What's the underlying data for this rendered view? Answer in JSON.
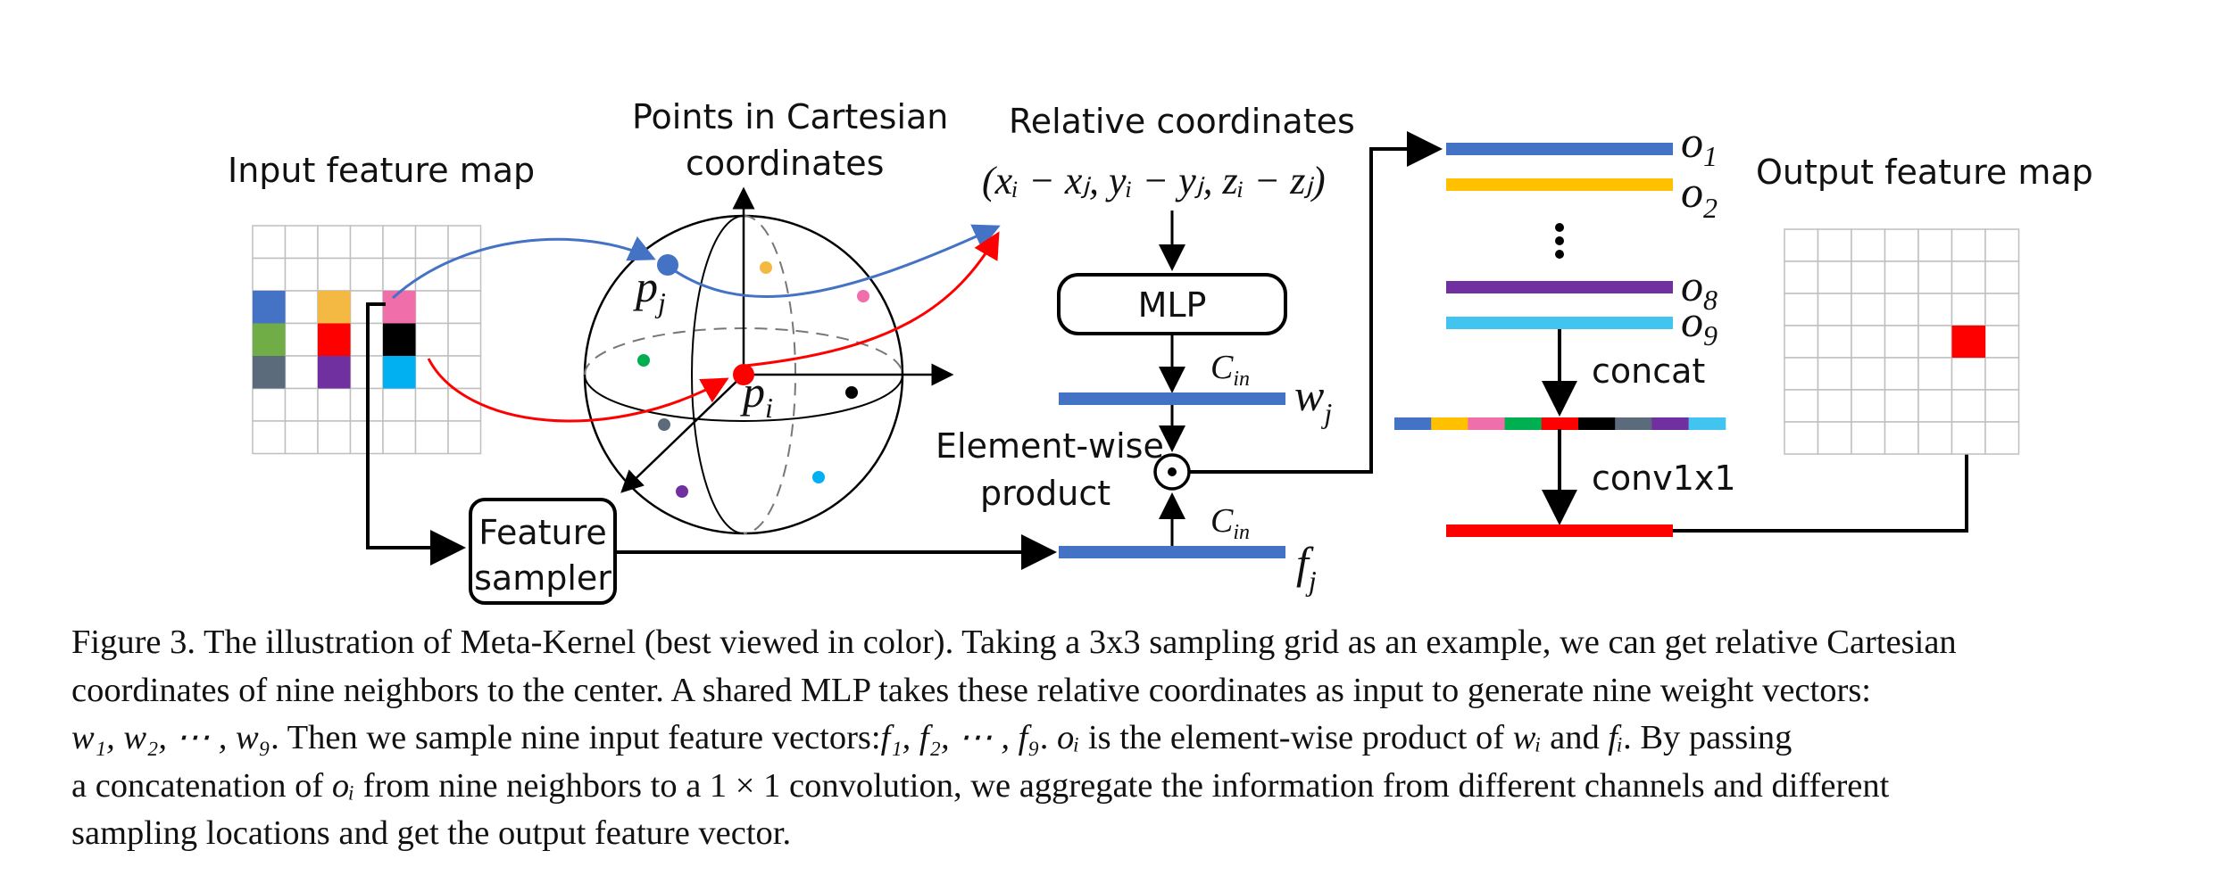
{
  "figure": {
    "labels": {
      "input_feature_map": "Input feature map",
      "points_line1": "Points in Cartesian",
      "points_line2": "coordinates",
      "relative_coordinates": "Relative coordinates",
      "relative_formula": "(xᵢ − xⱼ, yᵢ − yⱼ, zᵢ − zⱼ)",
      "mlp": "MLP",
      "element_wise_line1": "Element-wise",
      "element_wise_line2": "product",
      "feature_sampler_line1": "Feature",
      "feature_sampler_line2": "sampler",
      "concat": "concat",
      "conv1x1": "conv1x1",
      "output_feature_map": "Output feature map",
      "dot_operator": "⊙",
      "vertical_ellipsis": "⋮"
    },
    "symbols": {
      "p_j": "p",
      "p_j_sub": "j",
      "p_i": "p",
      "p_i_sub": "i",
      "w_j": "w",
      "w_j_sub": "j",
      "f_j": "f",
      "f_j_sub": "j",
      "c_in_top": "C",
      "c_in_top_sub": "in",
      "c_in_bottom": "C",
      "c_in_bottom_sub": "in",
      "o1": "o",
      "o1_sub": "1",
      "o2": "o",
      "o2_sub": "2",
      "o8": "o",
      "o8_sub": "8",
      "o9": "o",
      "o9_sub": "9"
    },
    "colors": {
      "blue": "#4472C4",
      "gold": "#F4B942",
      "yellow": "#FFC000",
      "pink": "#F06EA9",
      "green": "#70AD47",
      "green_dark": "#00B050",
      "red": "#FF0000",
      "black": "#000000",
      "slate": "#5B6B7C",
      "purple": "#7030A0",
      "cyan": "#00B0F0",
      "sky": "#41C4F0",
      "grid": "#BFBFBF"
    }
  },
  "caption": {
    "line1": "Figure 3. The illustration of Meta-Kernel (best viewed in color). Taking a 3x3 sampling grid as an example, we can get relative Cartesian",
    "line2": "coordinates of nine neighbors to the center.  A shared MLP takes these relative coordinates as input to generate nine weight vectors:",
    "line3_math_a": "w₁, w₂, ⋯ , w₉",
    "line3_text_a": ".  Then we sample nine input feature vectors:",
    "line3_math_b": "f₁, f₂, ⋯ , f₉",
    "line3_text_b": ".  ",
    "line3_math_c": "oᵢ",
    "line3_text_c": " is the element-wise product of ",
    "line3_math_d": "wᵢ",
    "line3_text_d": " and ",
    "line3_math_e": "fᵢ",
    "line3_text_e": ".  By passing",
    "line4_text_a": "a concatenation of ",
    "line4_math_a": "oᵢ",
    "line4_text_b": " from nine neighbors to a ",
    "line4_math_b": "1 × 1",
    "line4_text_c": " convolution, we aggregate the information from different channels and different",
    "line5": "sampling locations and get the output feature vector."
  }
}
